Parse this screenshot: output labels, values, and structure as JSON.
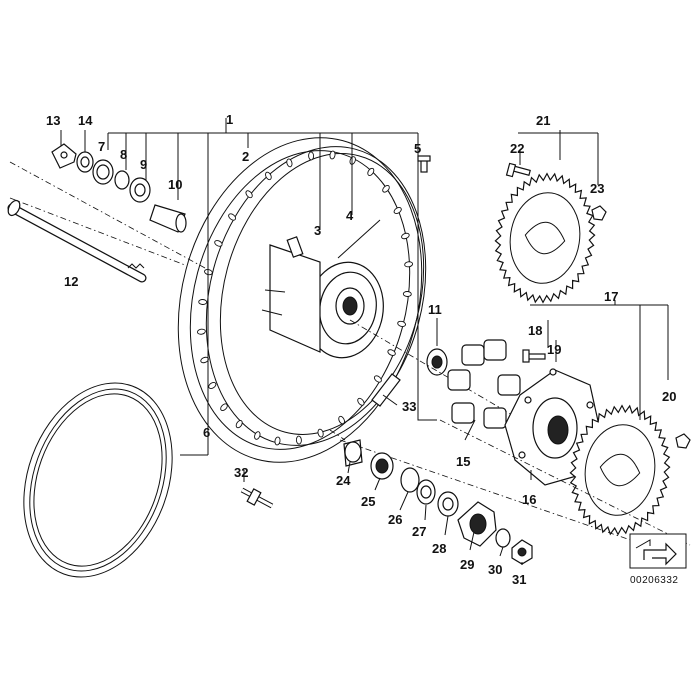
{
  "callouts": [
    {
      "id": "c1",
      "text": "1"
    },
    {
      "id": "c2",
      "text": "2"
    },
    {
      "id": "c3",
      "text": "3"
    },
    {
      "id": "c4",
      "text": "4"
    },
    {
      "id": "c5",
      "text": "5"
    },
    {
      "id": "c6",
      "text": "6"
    },
    {
      "id": "c7",
      "text": "7"
    },
    {
      "id": "c8",
      "text": "8"
    },
    {
      "id": "c9",
      "text": "9"
    },
    {
      "id": "c10",
      "text": "10"
    },
    {
      "id": "c11",
      "text": "11"
    },
    {
      "id": "c12",
      "text": "12"
    },
    {
      "id": "c13",
      "text": "13"
    },
    {
      "id": "c14",
      "text": "14"
    },
    {
      "id": "c15",
      "text": "15"
    },
    {
      "id": "c16",
      "text": "16"
    },
    {
      "id": "c17",
      "text": "17"
    },
    {
      "id": "c18",
      "text": "18"
    },
    {
      "id": "c19",
      "text": "19"
    },
    {
      "id": "c20",
      "text": "20"
    },
    {
      "id": "c21",
      "text": "21"
    },
    {
      "id": "c22",
      "text": "22"
    },
    {
      "id": "c23",
      "text": "23"
    },
    {
      "id": "c24",
      "text": "24"
    },
    {
      "id": "c25",
      "text": "25"
    },
    {
      "id": "c26",
      "text": "26"
    },
    {
      "id": "c27",
      "text": "27"
    },
    {
      "id": "c28",
      "text": "28"
    },
    {
      "id": "c29",
      "text": "29"
    },
    {
      "id": "c30",
      "text": "30"
    },
    {
      "id": "c31",
      "text": "31"
    },
    {
      "id": "c32",
      "text": "32"
    },
    {
      "id": "c33",
      "text": "33"
    }
  ],
  "diagram_ref": "00206332",
  "colors": {
    "ink": "#111111",
    "background": "#ffffff"
  }
}
